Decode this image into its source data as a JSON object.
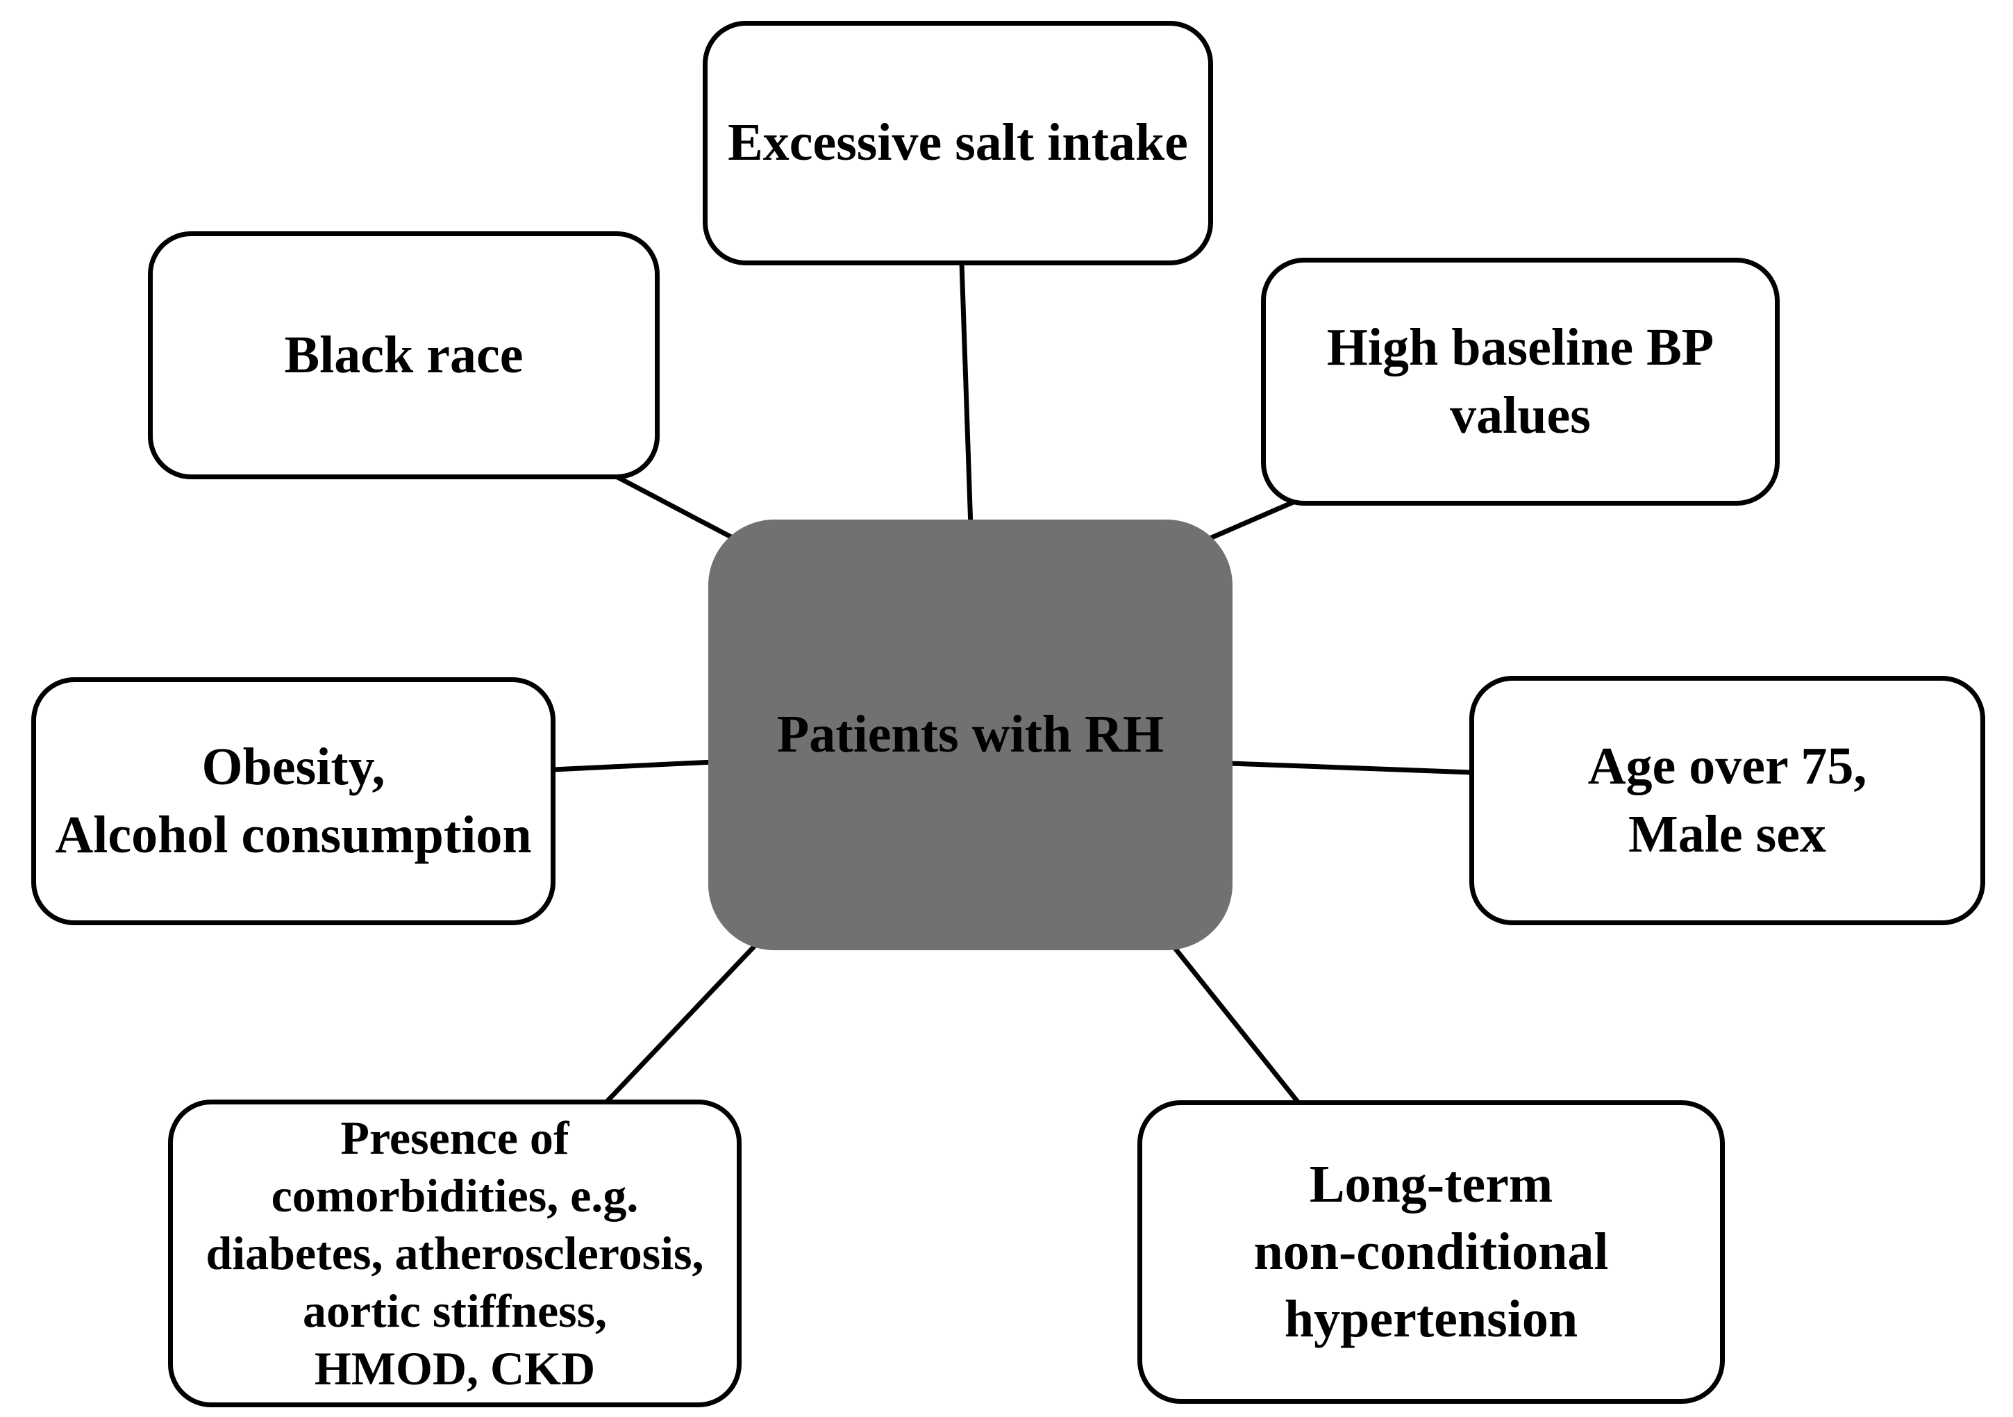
{
  "figure": {
    "center": {
      "id": "patients-with-rh",
      "label": "Patients with RH"
    },
    "factors": [
      {
        "id": "excessive-salt-intake",
        "label": "Excessive salt intake"
      },
      {
        "id": "black-race",
        "label": "Black race"
      },
      {
        "id": "high-baseline-bp",
        "label": "High baseline BP\nvalues"
      },
      {
        "id": "obesity-alcohol",
        "label": "Obesity,\nAlcohol consumption"
      },
      {
        "id": "age-male-sex",
        "label": "Age over 75,\nMale sex"
      },
      {
        "id": "comorbidities",
        "label": "Presence of\ncomorbidities, e.g.\ndiabetes, atherosclerosis,\naortic stiffness,\nHMOD, CKD"
      },
      {
        "id": "long-term-hypertension",
        "label": "Long-term\nnon-conditional\nhypertension"
      }
    ],
    "colors": {
      "background": "#ffffff",
      "center_fill": "#737070",
      "node_fill": "#ffffff",
      "node_border": "#000000",
      "connector": "#000000",
      "text": "#000000"
    }
  }
}
